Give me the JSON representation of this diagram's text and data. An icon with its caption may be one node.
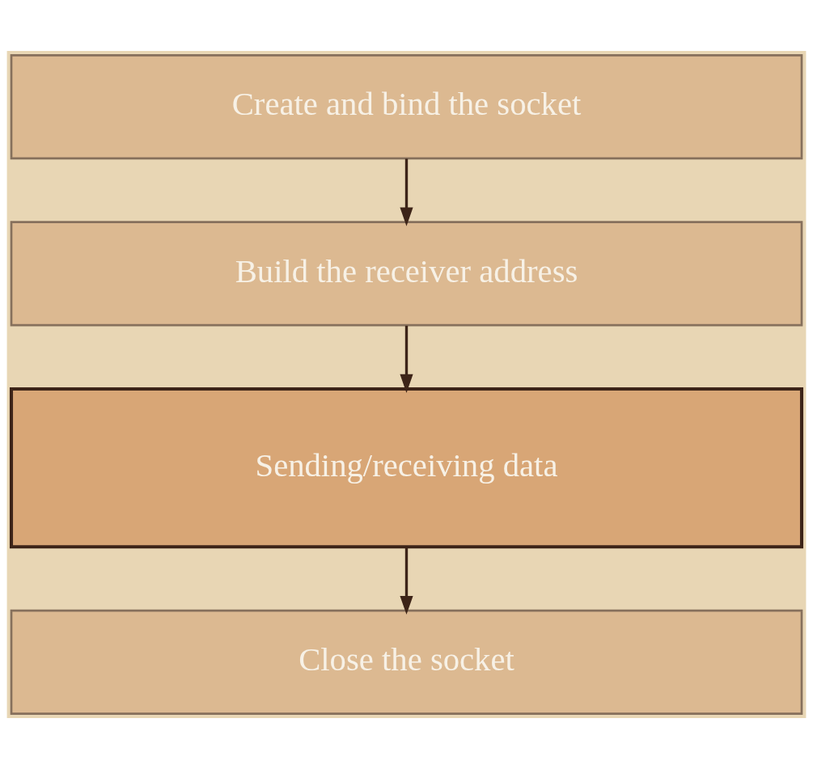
{
  "diagram": {
    "nodes": [
      {
        "text": [
          "Create and bind the socket"
        ]
      },
      {
        "text": [
          "Build the receiver address"
        ]
      },
      {
        "text": [
          "Sending/receiving data"
        ]
      },
      {
        "text": [
          "Close the socket"
        ]
      }
    ],
    "edges": [
      {
        "from": 0,
        "to": 1,
        "arrow": "to"
      },
      {
        "from": 1,
        "to": 2,
        "arrow": "to"
      },
      {
        "from": 2,
        "to": 3,
        "arrow": "to"
      }
    ]
  }
}
